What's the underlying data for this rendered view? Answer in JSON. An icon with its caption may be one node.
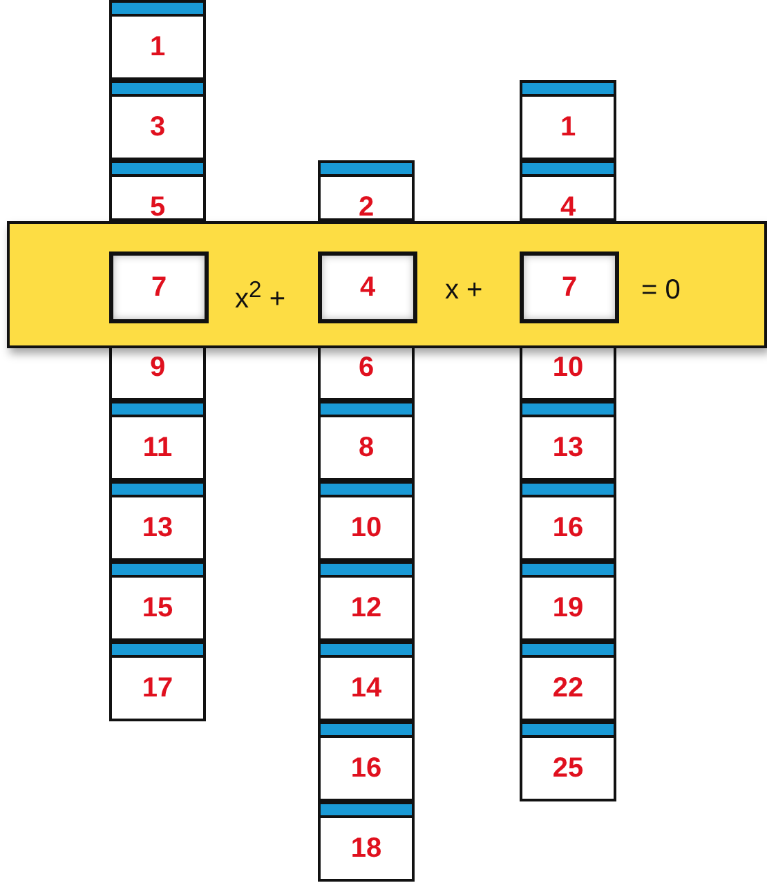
{
  "diagram": {
    "nodes": [
      {
        "text": [
          "x$^{2}$ +",
          "x +",
          "= 0"
        ]
      },
      {
        "text": [
          "1"
        ]
      },
      {
        "text": [
          "3"
        ]
      },
      {
        "text": [
          "5"
        ]
      },
      {
        "text": [
          "7"
        ],
        "in": 0
      },
      {
        "text": [
          "9"
        ]
      },
      {
        "text": [
          "11"
        ]
      },
      {
        "text": [
          "13"
        ]
      },
      {
        "text": [
          "15"
        ]
      },
      {
        "text": [
          "17"
        ]
      },
      {
        "text": [
          "2"
        ]
      },
      {
        "text": [
          "4"
        ],
        "in": 0
      },
      {
        "text": [
          "6"
        ]
      },
      {
        "text": [
          "8"
        ]
      },
      {
        "text": [
          "10"
        ]
      },
      {
        "text": [
          "12"
        ]
      },
      {
        "text": [
          "14"
        ]
      },
      {
        "text": [
          "16"
        ]
      },
      {
        "text": [
          "18"
        ]
      },
      {
        "text": [
          "1"
        ]
      },
      {
        "text": [
          "4"
        ]
      },
      {
        "text": [
          "7"
        ],
        "in": 0
      },
      {
        "text": [
          "10"
        ]
      },
      {
        "text": [
          "13"
        ]
      },
      {
        "text": [
          "16"
        ]
      },
      {
        "text": [
          "19"
        ]
      },
      {
        "text": [
          "22"
        ]
      },
      {
        "text": [
          "25"
        ]
      }
    ]
  }
}
